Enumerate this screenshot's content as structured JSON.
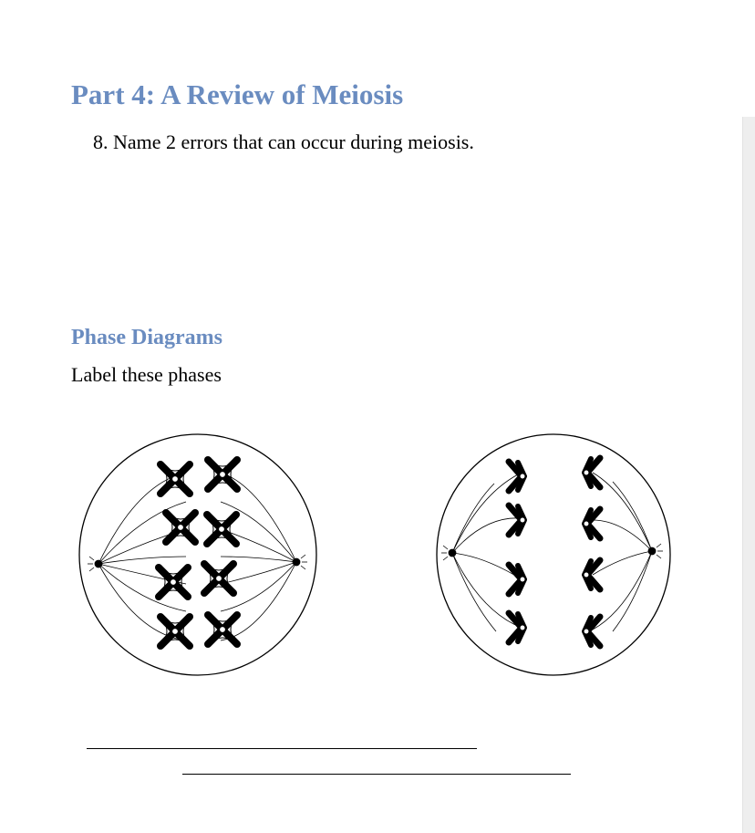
{
  "section": {
    "heading": "Part 4: A Review of Meiosis",
    "question": "8. Name 2 errors that can occur during meiosis."
  },
  "phase_diagrams": {
    "heading": "Phase Diagrams",
    "instruction": "Label these phases",
    "cells": [
      {
        "icon": "metaphase-cell-icon",
        "chromosome_count": 8,
        "arrangement": "aligned at equator"
      },
      {
        "icon": "anaphase-cell-icon",
        "chromatid_count": 8,
        "arrangement": "separating to poles"
      }
    ],
    "answer_lines": 2
  },
  "colors": {
    "heading": "#6a8cc0",
    "text": "#000000",
    "scrollbar": "#eeeeee"
  }
}
